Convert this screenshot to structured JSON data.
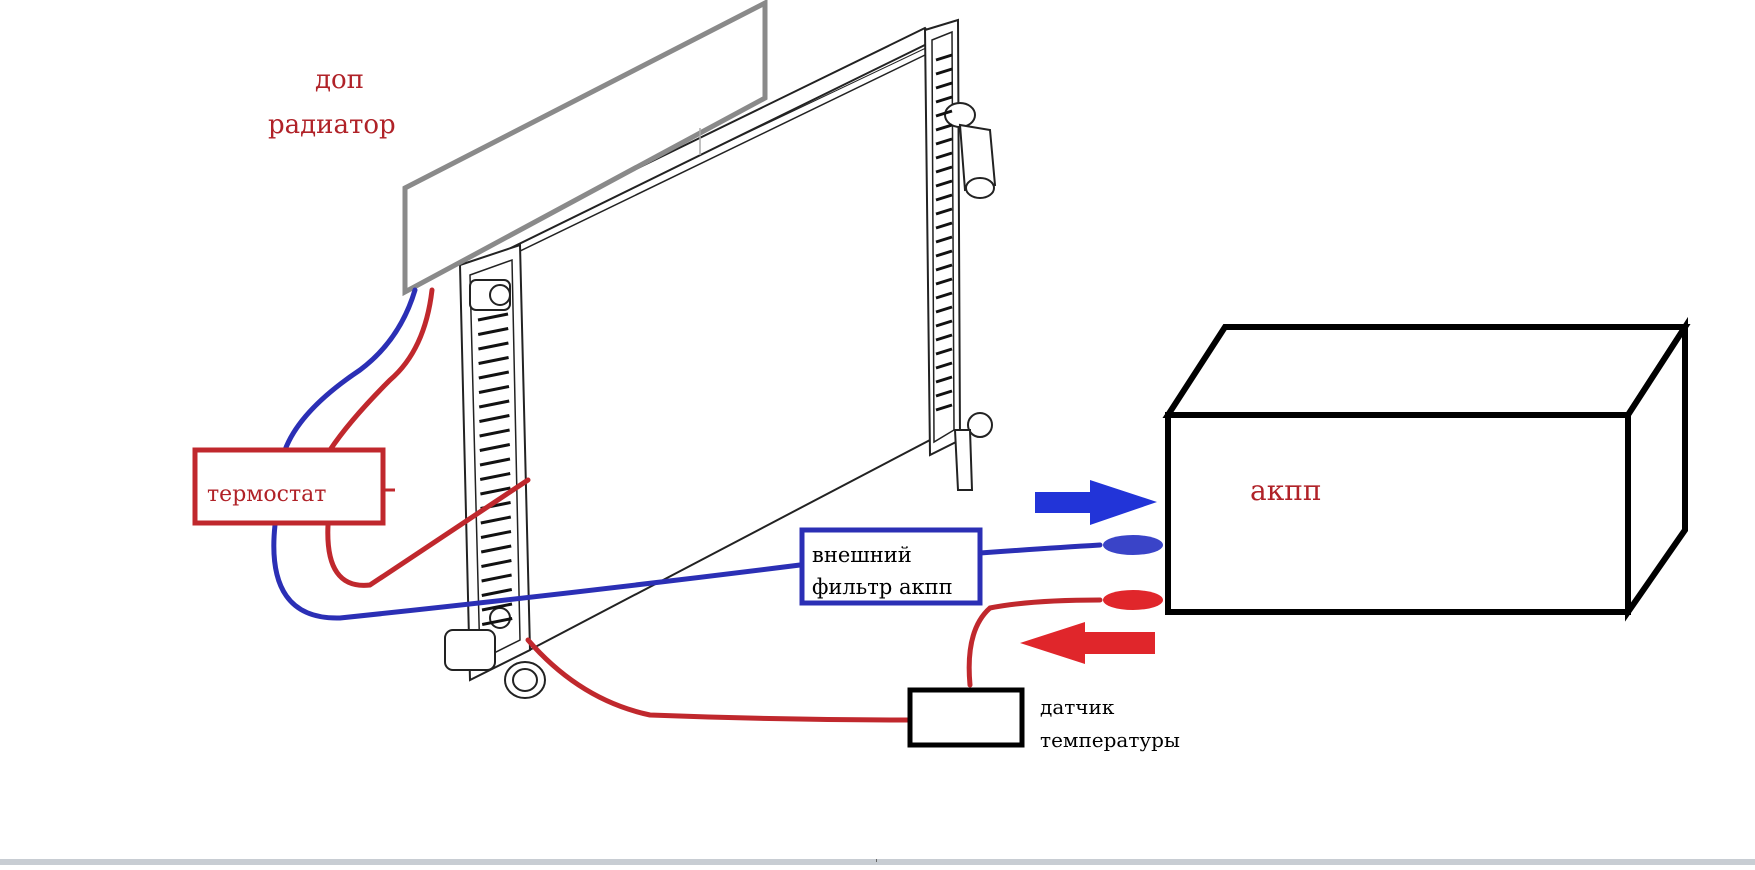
{
  "diagram": {
    "labels": {
      "extra_radiator_line1": "доп",
      "extra_radiator_line2": "радиатор",
      "thermostat": "термостат",
      "akpp": "акпп",
      "filter_line1": "внешний",
      "filter_line2": "фильтр акпп",
      "sensor_line1": "датчик",
      "sensor_line2": "температуры"
    },
    "colors": {
      "hot_line": "#c0282d",
      "cold_line": "#2b2fb5",
      "arrow_blue": "#2234d8",
      "arrow_red": "#e0262b",
      "label_red": "#b02228",
      "box_gray": "#8a8a8a",
      "outline": "#000000"
    }
  }
}
